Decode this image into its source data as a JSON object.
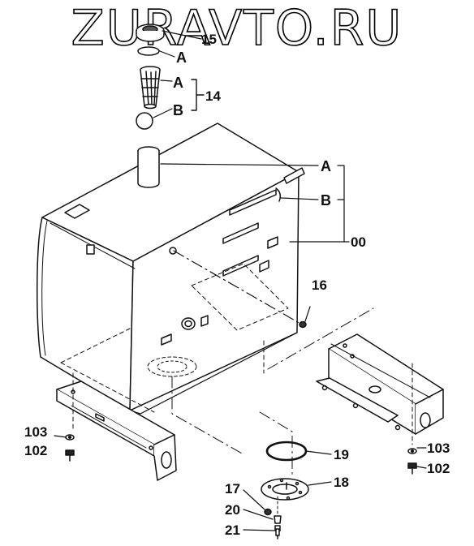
{
  "watermark": "ZURAVTO.RU",
  "callouts": {
    "c15": "15",
    "a_top": "A",
    "a_screen": "A",
    "n14": "14",
    "b_ball": "B",
    "a_tank": "A",
    "b_tank": "B",
    "n00": "00",
    "n16": "16",
    "n103_left": "103",
    "n102_left": "102",
    "n19": "19",
    "n103_right": "103",
    "n102_right": "102",
    "n17": "17",
    "n18": "18",
    "n20": "20",
    "n21": "21"
  },
  "colors": {
    "ink": "#111111",
    "paper": "#ffffff",
    "shade": "#e8e8e8"
  }
}
